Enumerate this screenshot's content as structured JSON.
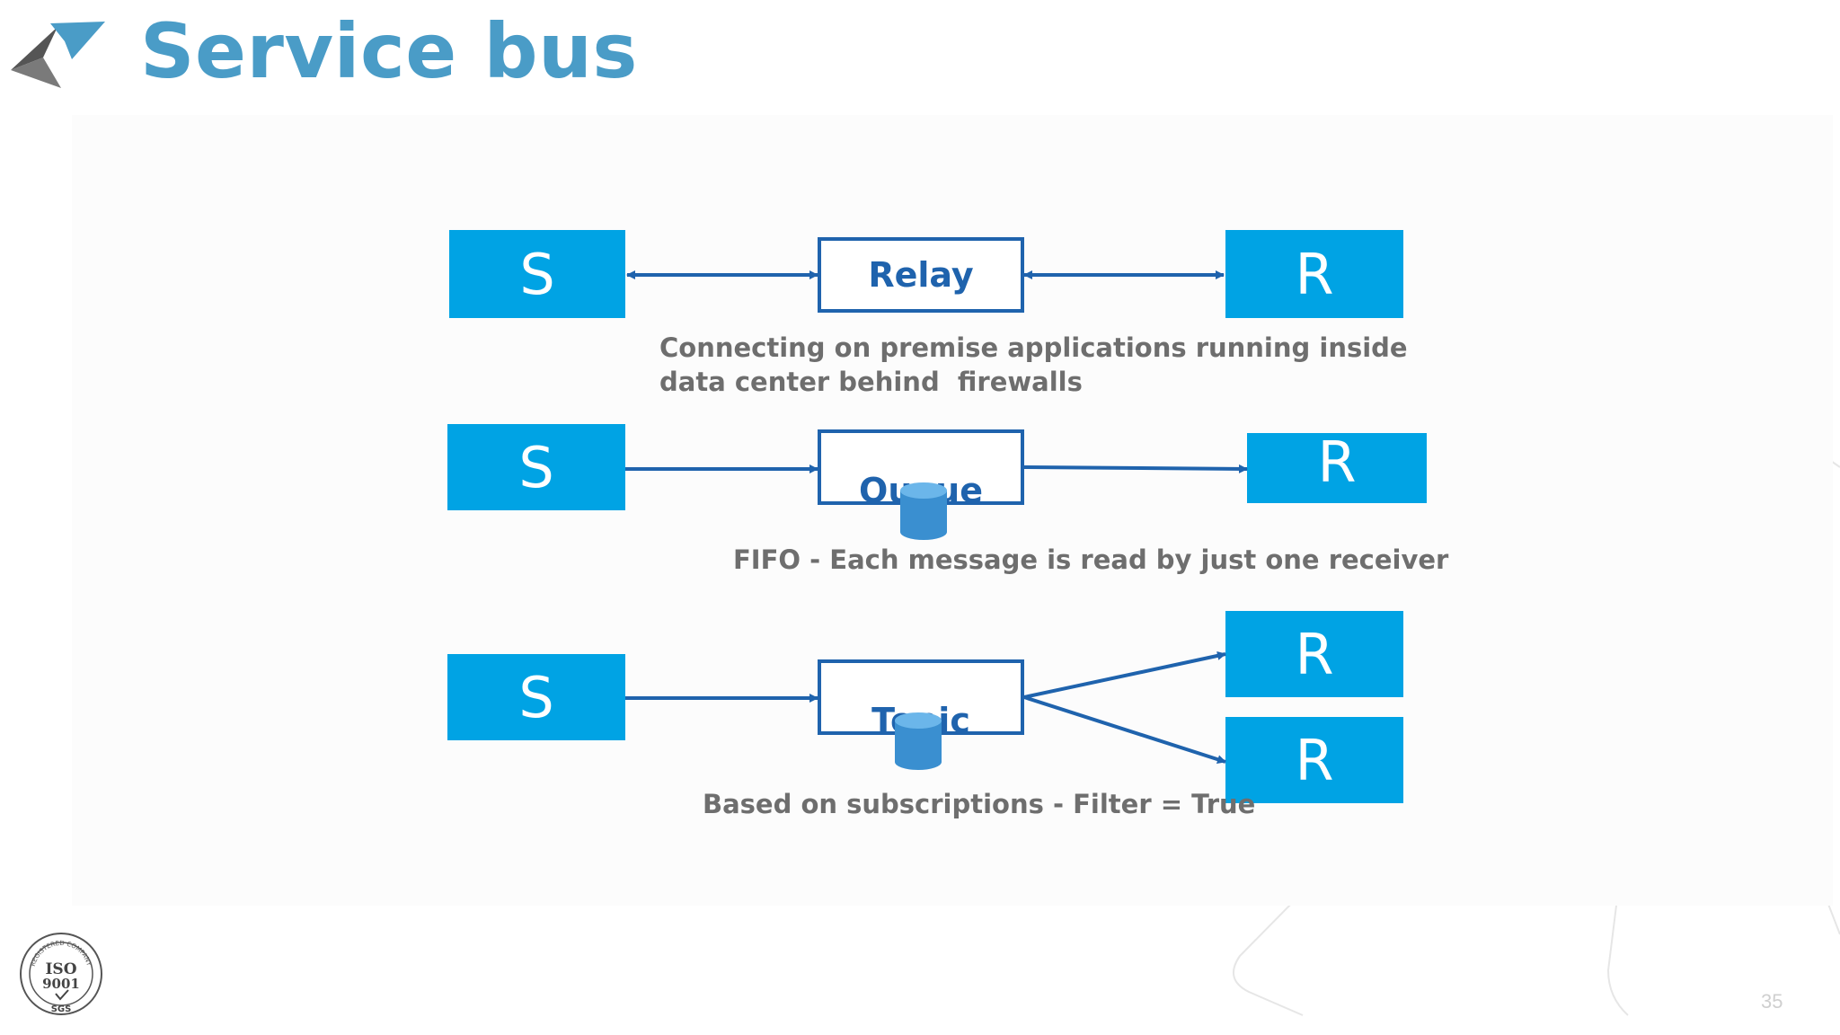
{
  "slide": {
    "title": "Service bus",
    "page_number": "35"
  },
  "colors": {
    "title": "#4a9cc7",
    "node_fill": "#00a3e4",
    "box_border": "#1f63ad",
    "arrow": "#1f63ad",
    "caption": "#6e6e6e"
  },
  "diagram": {
    "relay": {
      "sender": "S",
      "broker": "Relay",
      "receiver": "R",
      "caption_line1": "Connecting on premise applications running inside",
      "caption_line2": "data center behind  firewalls"
    },
    "queue": {
      "sender": "S",
      "broker": "Queue",
      "receiver": "R",
      "caption": "FIFO - Each message is read by just one receiver"
    },
    "topic": {
      "sender": "S",
      "broker": "Topic",
      "receiver_1": "R",
      "receiver_2": "R",
      "caption": "Based on subscriptions - Filter = True"
    }
  },
  "badges": {
    "iso_line1": "ISO",
    "iso_line2": "9001",
    "iso_ring": "REGISTERED COMPANY",
    "iso_bottom": "SGS"
  },
  "icons": [
    "company-logo-icon",
    "database-cylinder-icon",
    "iso-certification-badge-icon"
  ]
}
